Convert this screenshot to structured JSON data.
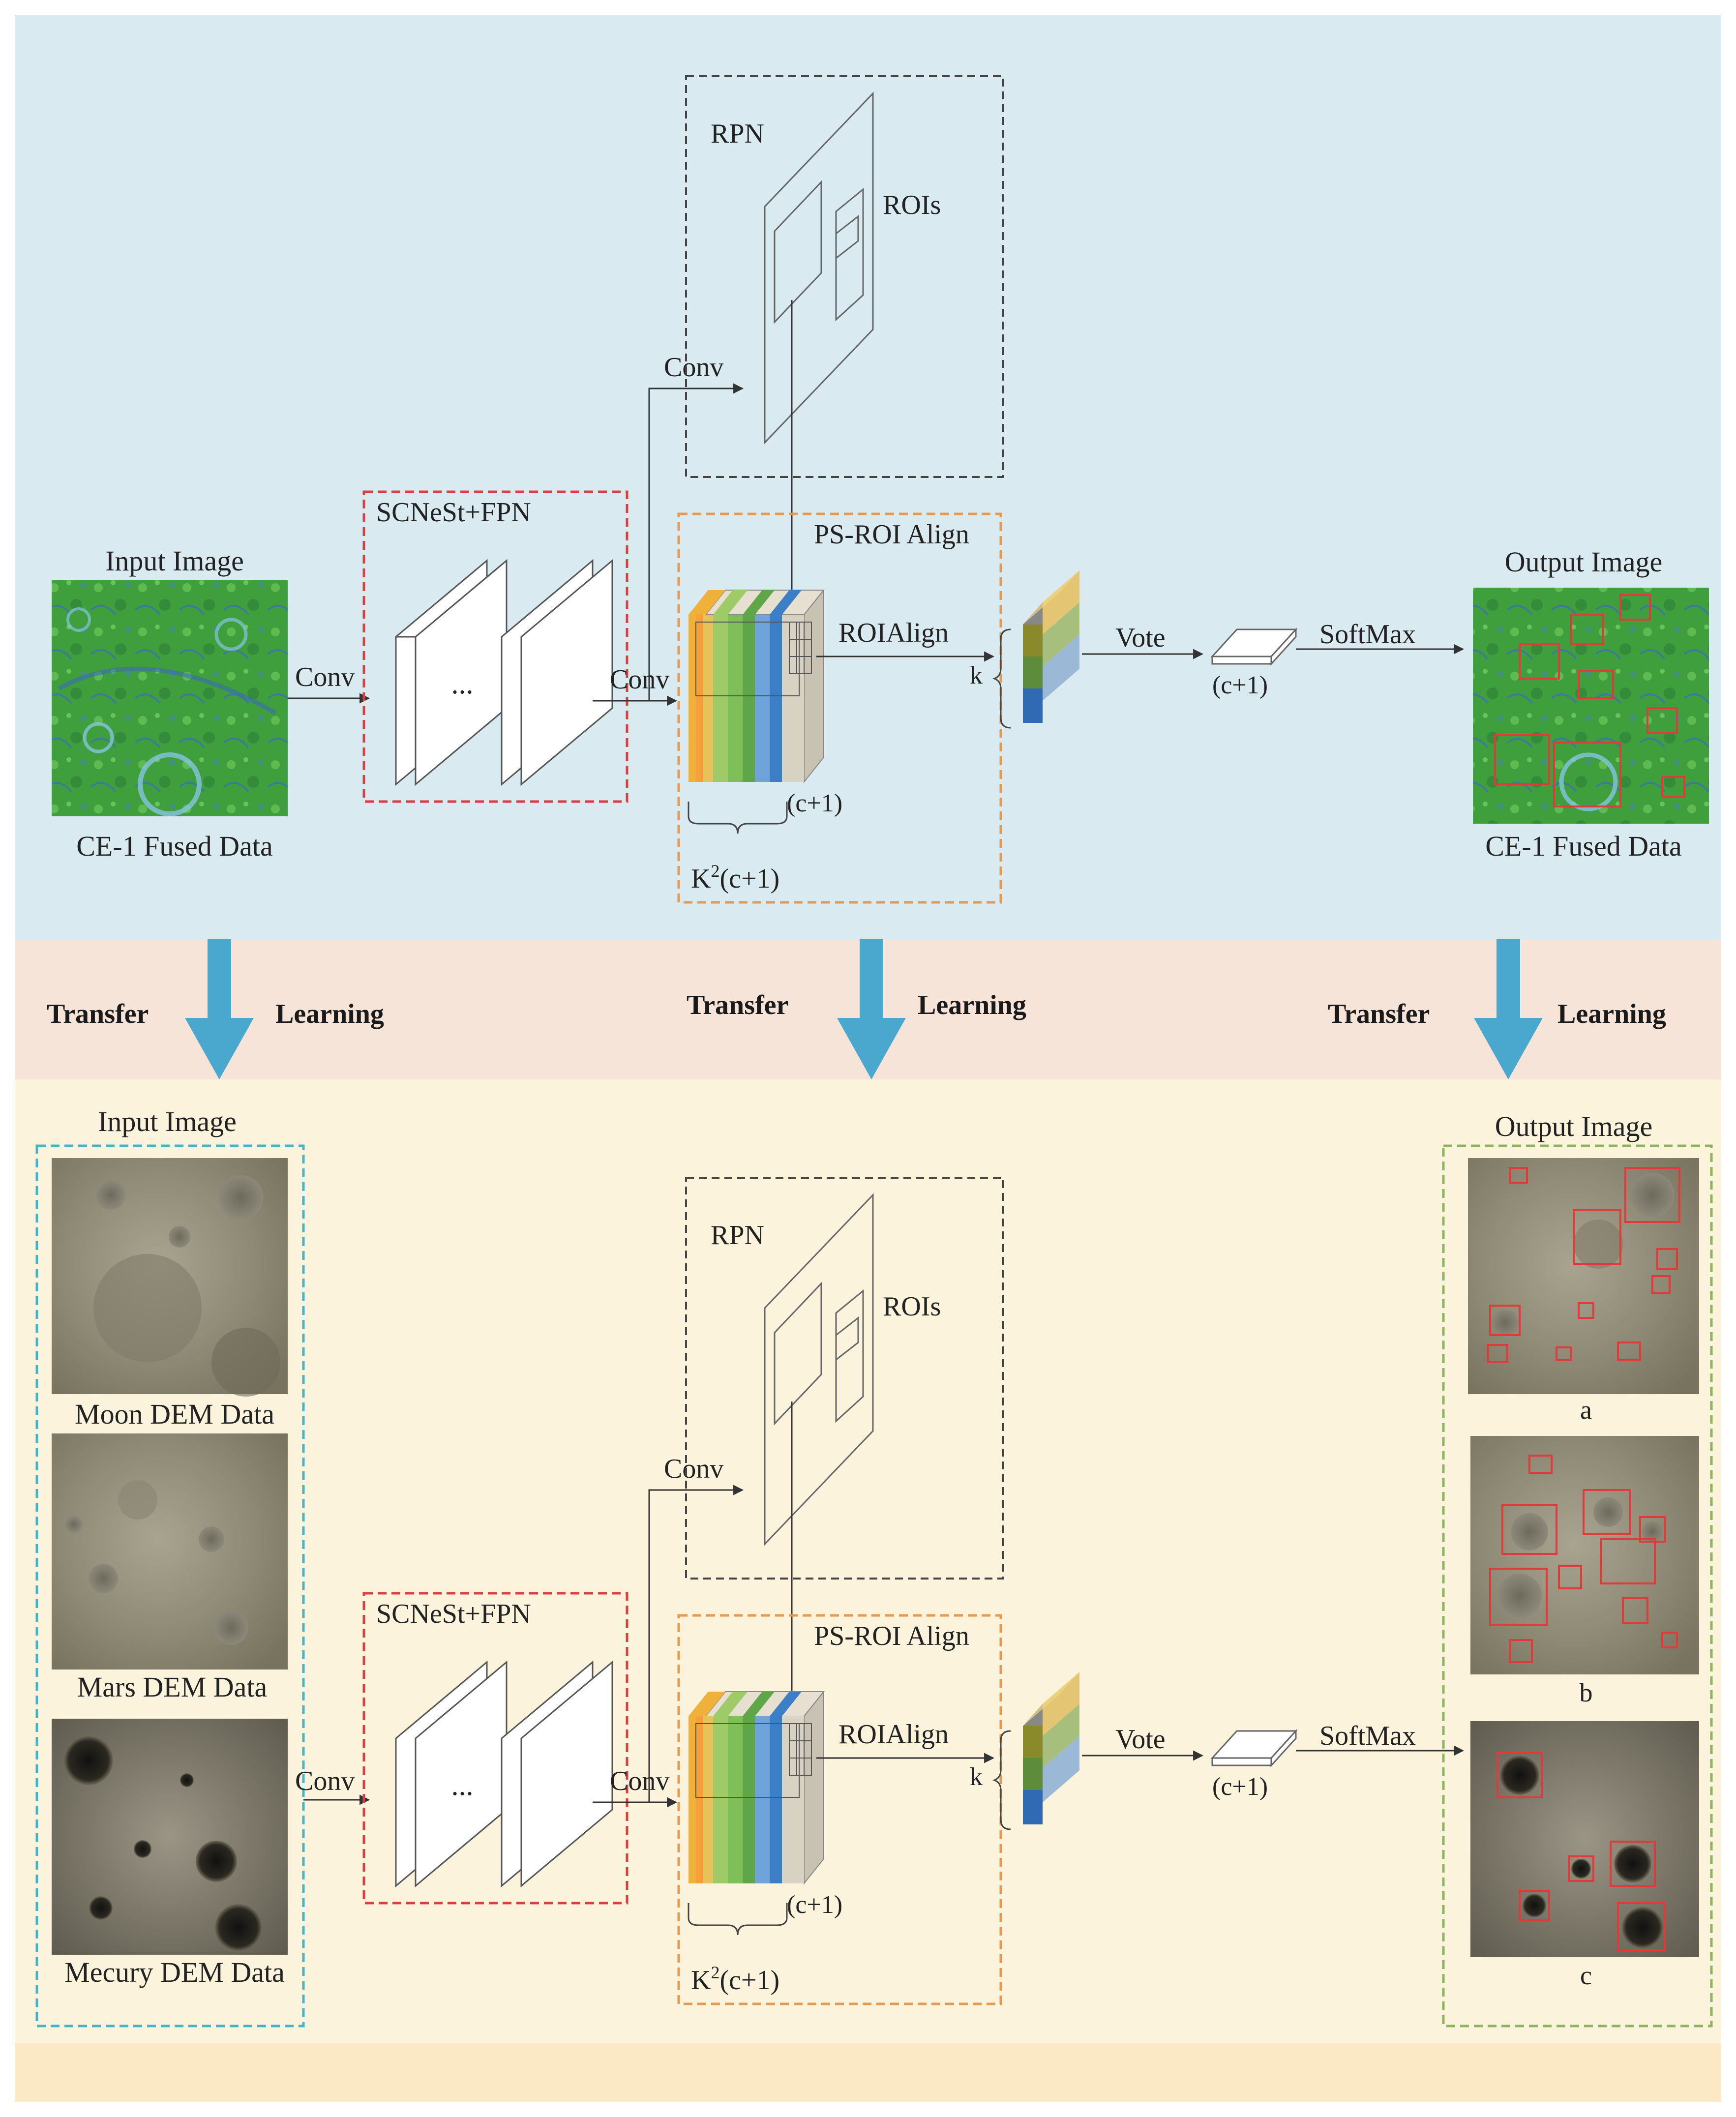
{
  "colors": {
    "top_band": "#d9ebf1",
    "middle_band": "#f7e4d9",
    "bottom_band": "#fbf3dc",
    "bottom_footer": "#fbe9c5",
    "arrow_blue": "#4aa8cf",
    "backbone_box": "#d8413f",
    "rpn_box": "#444444",
    "psroi_box": "#e39a55",
    "input_box_bottom": "#47b3c9",
    "output_box_bottom": "#8db55b",
    "lunar_green": "#3e9e3c",
    "dem_gray": "#8c8775"
  },
  "transfer_arrows": [
    {
      "left": "Transfer",
      "right": "Learning"
    },
    {
      "left": "Transfer",
      "right": "Learning"
    },
    {
      "left": "Transfer",
      "right": "Learning"
    }
  ],
  "top_pipeline": {
    "input_title": "Input Image",
    "input_caption": "CE-1 Fused Data",
    "conv_1": "Conv",
    "backbone": "SCNeSt+FPN",
    "ellipsis": "...",
    "conv_2": "Conv",
    "conv_3": "Conv",
    "rpn": "RPN",
    "rois": "ROIs",
    "psroi": "PS-ROI Align",
    "roialign": "ROIAlign",
    "k_label": "k",
    "c1_label": "(c+1)",
    "k2_base": "K",
    "k2_sup": "2",
    "k2_rest": "(c+1)",
    "vote": "Vote",
    "softmax": "SoftMax",
    "softmax_c1": "(c+1)",
    "output_title": "Output Image",
    "output_caption": "CE-1 Fused Data"
  },
  "bottom_pipeline": {
    "input_title": "Input Image",
    "inputs": [
      "Moon DEM Data",
      "Mars DEM Data",
      "Mecury DEM Data"
    ],
    "conv_1": "Conv",
    "backbone": "SCNeSt+FPN",
    "ellipsis": "...",
    "conv_2": "Conv",
    "conv_3": "Conv",
    "rpn": "RPN",
    "rois": "ROIs",
    "psroi": "PS-ROI Align",
    "roialign": "ROIAlign",
    "k_label": "k",
    "c1_label": "(c+1)",
    "k2_base": "K",
    "k2_sup": "2",
    "k2_rest": "(c+1)",
    "vote": "Vote",
    "softmax": "SoftMax",
    "softmax_c1": "(c+1)",
    "output_title": "Output Image",
    "output_letters": [
      "a",
      "b",
      "c"
    ]
  }
}
